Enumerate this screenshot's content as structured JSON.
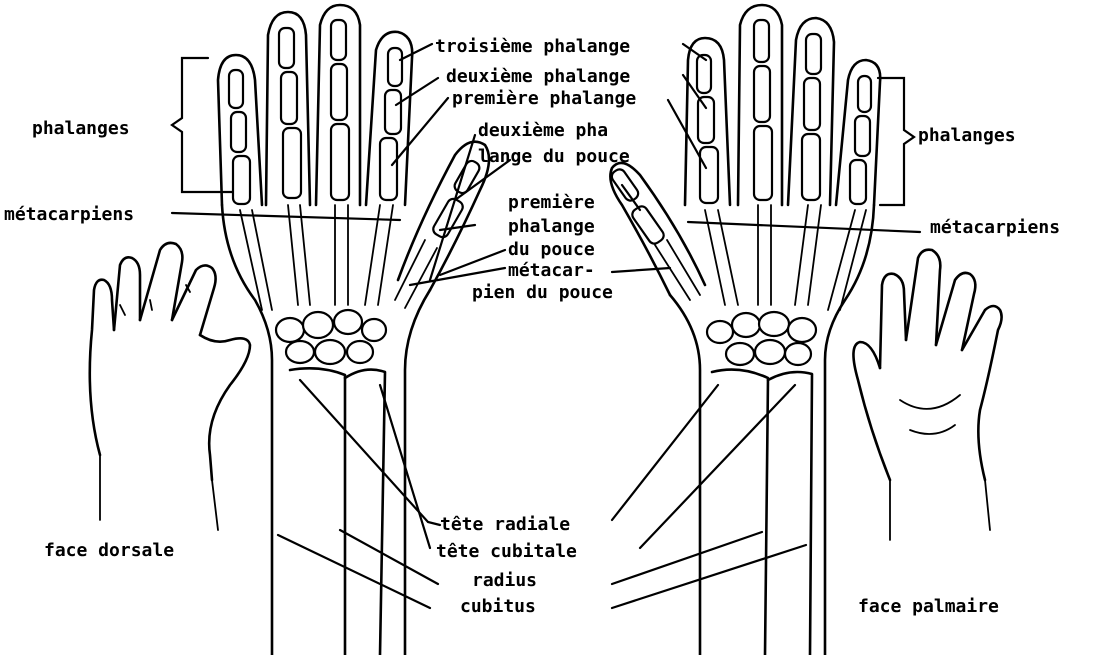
{
  "labels": {
    "troisieme_phalange": "troisième phalange",
    "deuxieme_phalange": "deuxième phalange",
    "premiere_phalange": "première phalange",
    "deuxieme_phalange_pouce_1": "deuxième pha",
    "deuxieme_phalange_pouce_2": "lange du pouce",
    "premiere_phalange_pouce_1": "première",
    "premiere_phalange_pouce_2": "phalange",
    "premiere_phalange_pouce_3": "du pouce",
    "metacarpien_pouce_1": "métacar-",
    "metacarpien_pouce_2": "pien du pouce",
    "phalanges_left": "phalanges",
    "phalanges_right": "phalanges",
    "metacarpiens_left": "métacarpiens",
    "metacarpiens_right": "métacarpiens",
    "face_dorsale": "face dorsale",
    "face_palmaire": "face palmaire",
    "tete_radiale": "tête radiale",
    "tete_cubitale": "tête cubitale",
    "radius": "radius",
    "cubitus": "cubitus"
  }
}
